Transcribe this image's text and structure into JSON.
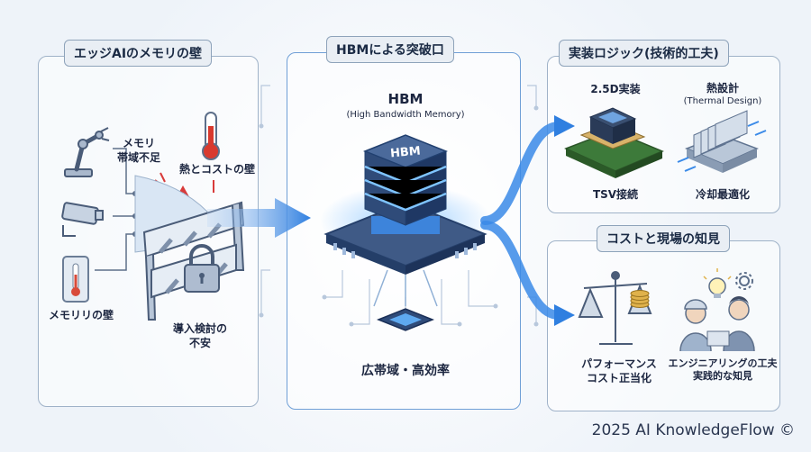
{
  "left": {
    "title": "エッジAIのメモリの壁",
    "memory_bw_label": "メモリ\n帯域不足",
    "heat_cost_label": "熱とコストの壁",
    "memory_wall_label": "メモリリの壁",
    "anxiety_label": "導入検討の\n不安"
  },
  "mid": {
    "title": "HBMによる突破口",
    "hbm_title": "HBM",
    "hbm_subtitle": "(High Bandwidth Memory)",
    "chip_text": "HBM",
    "benefit": "広帯域・高効率"
  },
  "right_top": {
    "title": "実装ロジック(技術的工夫)",
    "item1_title": "2.5D実装",
    "item1_caption": "TSV接続",
    "item2_title": "熱設計",
    "item2_subtitle": "(Thermal Design)",
    "item2_caption": "冷却最適化"
  },
  "right_bottom": {
    "title": "コストと現場の知見",
    "item1_caption": "パフォーマンス\nコスト正当化",
    "item2_caption": "エンジニアリングの工夫\n実践的な知見"
  },
  "footer": "2025 AI KnowledgeFlow ©",
  "colors": {
    "accent": "#2f7fe0",
    "panel_border": "#9fb2c8",
    "warning": "#d83a3a"
  }
}
